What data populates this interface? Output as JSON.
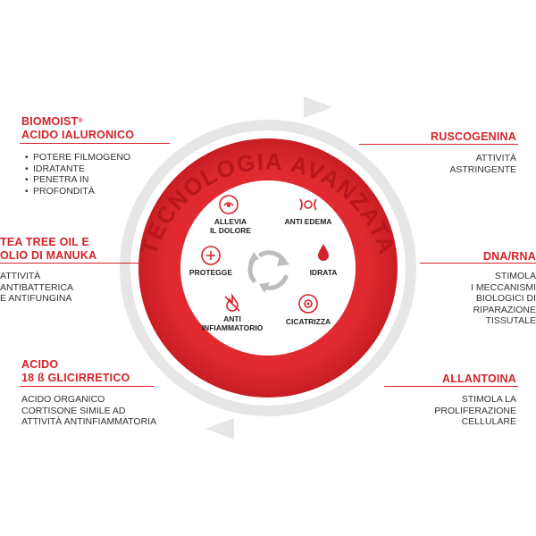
{
  "ring_text": "TECNOLOGIA AVANZATA",
  "colors": {
    "accent": "#d3232a",
    "ring_gray": "#e6e6e6",
    "text": "#222222"
  },
  "left": [
    {
      "title_main": "BIOMOIST",
      "title_mark": "®",
      "title_line2": "ACIDO IALURONICO",
      "bullets": [
        "POTERE FILMOGENO",
        "IDRATANTE",
        "PENETRA IN",
        "PROFONDITÀ"
      ]
    },
    {
      "title_line1": "TEA TREE OIL E",
      "title_line2": "OLIO DI MANUKA",
      "desc": [
        "ATTIVITÀ",
        "ANTIBATTERICA",
        "E ANTIFUNGINA"
      ]
    },
    {
      "title_line1": "ACIDO",
      "title_line2": "18 ß GLICIRRETICO",
      "desc": [
        "ACIDO ORGANICO",
        "CORTISONE SIMILE AD",
        "ATTIVITÀ ANTINFIAMMATORIA"
      ]
    }
  ],
  "right": [
    {
      "title": "RUSCOGENINA",
      "desc": [
        "ATTIVITÀ",
        "ASTRINGENTE"
      ]
    },
    {
      "title": "DNA/RNA",
      "desc": [
        "STIMOLA",
        "I MECCANISMI",
        "BIOLOGICI DI",
        "RIPARAZIONE",
        "TISSUTALE"
      ]
    },
    {
      "title": "ALLANTOINA",
      "desc": [
        "STIMOLA LA",
        "PROLIFERAZIONE",
        "CELLULARE"
      ]
    }
  ],
  "benefits": {
    "allevia": [
      "ALLEVIA",
      "IL DOLORE"
    ],
    "anti_edema": "ANTI EDEMA",
    "protegge": "PROTEGGE",
    "idrata": "IDRATA",
    "anti_infiammatorio": [
      "ANTI",
      "INFIAMMATORIO"
    ],
    "cicatrizza": "CICATRIZZA"
  }
}
